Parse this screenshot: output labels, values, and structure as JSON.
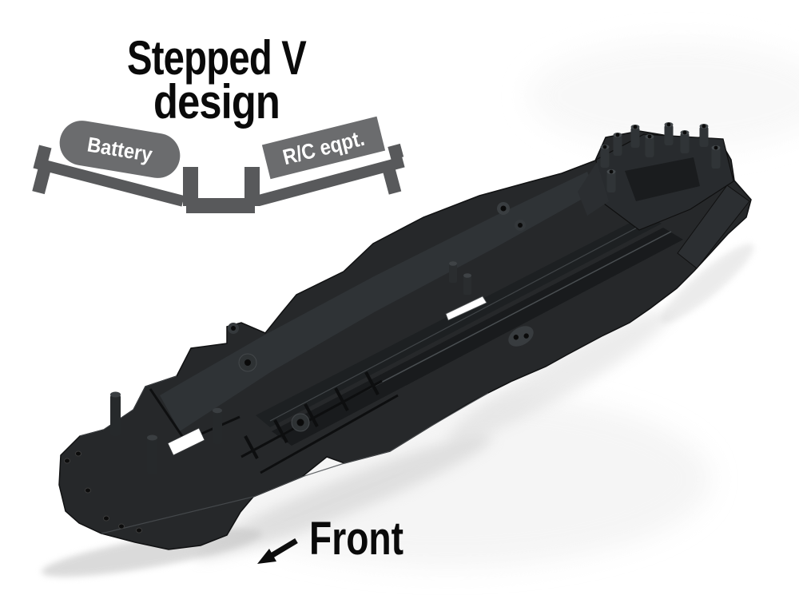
{
  "title": {
    "line1": "Stepped V",
    "line2": "design"
  },
  "diagram": {
    "battery_label": "Battery",
    "rc_label": "R/C eqpt.",
    "cross_section_color": "#58595B",
    "component_box_color": "#6B6C6E",
    "label_text_color": "#FFFFFF"
  },
  "front_annotation": {
    "label": "Front",
    "arrow_direction": "down-left"
  },
  "photo": {
    "subject": "Black molded RC car chassis tub seen diagonally from above, front end at lower left, rear bulkhead posts at upper right",
    "plastic_color_dark": "#1A1C1E",
    "plastic_color_base": "#26282A",
    "plastic_color_highlight": "#3C4043",
    "background_color": "#FFFFFF"
  },
  "text_color": "#0A0A0A"
}
